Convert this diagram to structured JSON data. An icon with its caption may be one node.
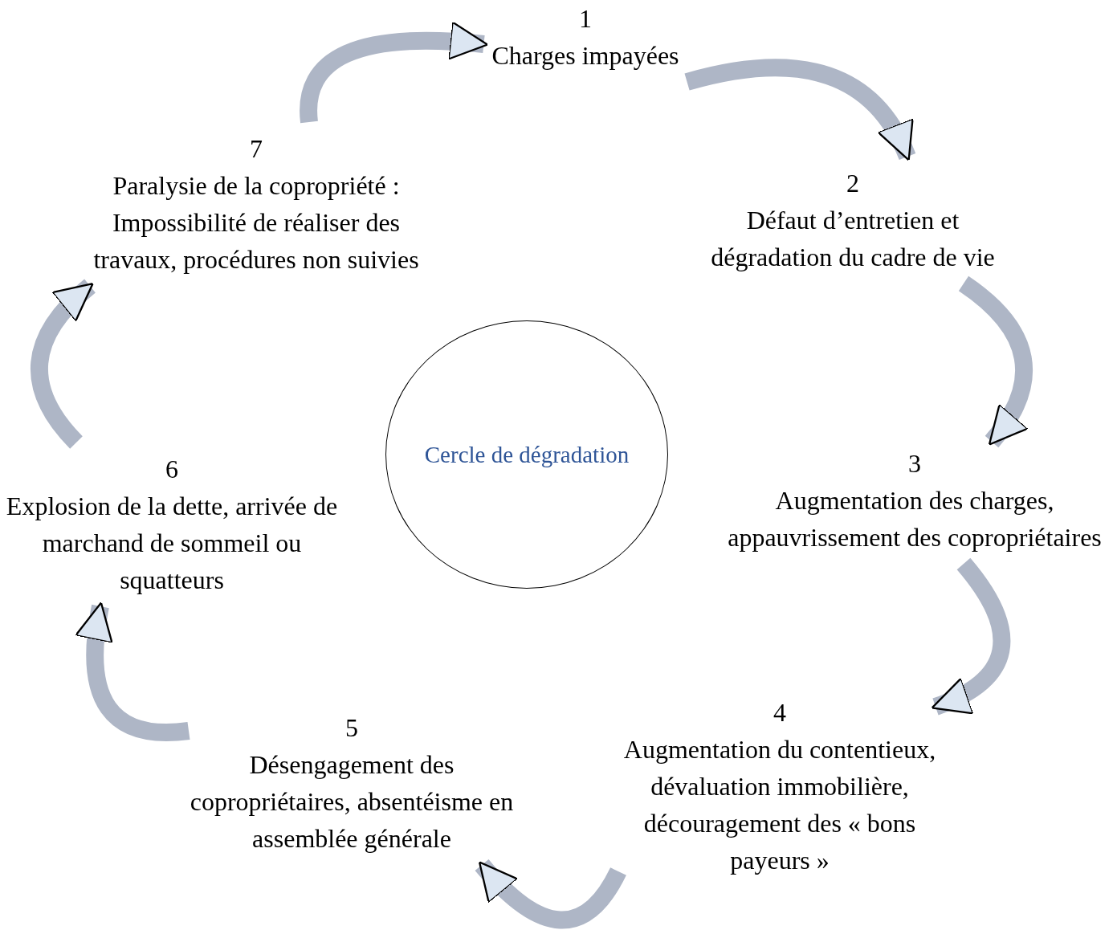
{
  "diagram": {
    "nodes": [
      {
        "text": [
          "1",
          "Charges impayées"
        ]
      },
      {
        "text": [
          "2",
          "Défaut d’entretien et dégradation du cadre de vie"
        ]
      },
      {
        "text": [
          "3",
          "Augmentation des charges, appauvrissement des copropriétaires"
        ]
      },
      {
        "text": [
          "4",
          "Augmentation du contentieux, dévaluation immobilière, découragement des « bons payeurs »"
        ]
      },
      {
        "text": [
          "5",
          "Désengagement des copropriétaires, absentéisme en assemblée générale"
        ]
      },
      {
        "text": [
          "6",
          "Explosion de la dette, arrivée de marchand de sommeil ou squatteurs"
        ]
      },
      {
        "text": [
          "7",
          "Paralysie de la copropriété : Impossibilité de réaliser des travaux, procédures non suivies"
        ]
      },
      {
        "text": [
          "Cercle de dégradation"
        ]
      }
    ],
    "edges": [
      {
        "from": 6,
        "to": 0,
        "arrow": "to"
      },
      {
        "from": 0,
        "to": 1,
        "arrow": "to"
      },
      {
        "from": 1,
        "to": 2,
        "arrow": "to"
      },
      {
        "from": 2,
        "to": 3,
        "arrow": "to"
      },
      {
        "from": 3,
        "to": 4,
        "arrow": "to"
      },
      {
        "from": 4,
        "to": 5,
        "arrow": "to"
      },
      {
        "from": 5,
        "to": 6,
        "arrow": "to"
      }
    ]
  }
}
